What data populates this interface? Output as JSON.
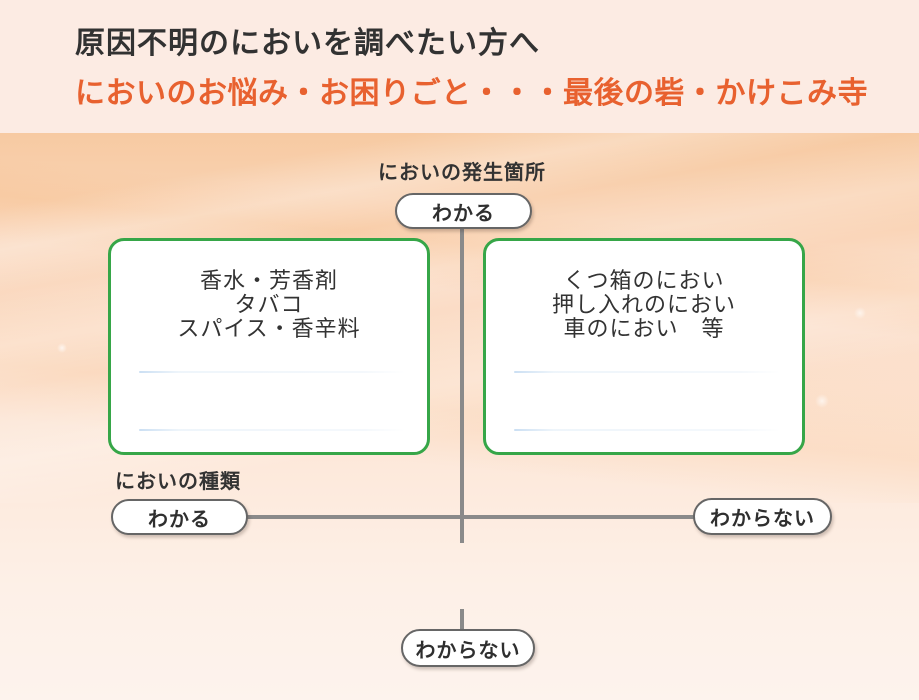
{
  "header": {
    "title_line1": "原因不明のにおいを調べたい方へ",
    "title_line2": "においのお悩み・お困りごと・・・最後の砦・かけこみ寺"
  },
  "diagram": {
    "vertical_axis": {
      "label": "においの発生箇所",
      "top_value": "わかる",
      "bottom_value": "わからない"
    },
    "horizontal_axis": {
      "label": "においの種類",
      "left_value": "わかる",
      "right_value": "わからない"
    },
    "quadrant_top_left": {
      "lines": [
        "香水・芳香剤",
        "タバコ",
        "スパイス・香辛料"
      ]
    },
    "quadrant_top_right": {
      "lines": [
        "くつ箱のにおい",
        "押し入れのにおい",
        "車のにおい　等"
      ]
    }
  },
  "colors": {
    "accent_orange": "#E8612F",
    "quadrant_border_green": "#36A648",
    "axis_line_gray": "#8A8A8A",
    "text_dark": "#333333",
    "header_background": "#FCEBE3",
    "diagram_background_top": "#F7CAA2",
    "diagram_background_bottom": "#FDF3ED"
  }
}
